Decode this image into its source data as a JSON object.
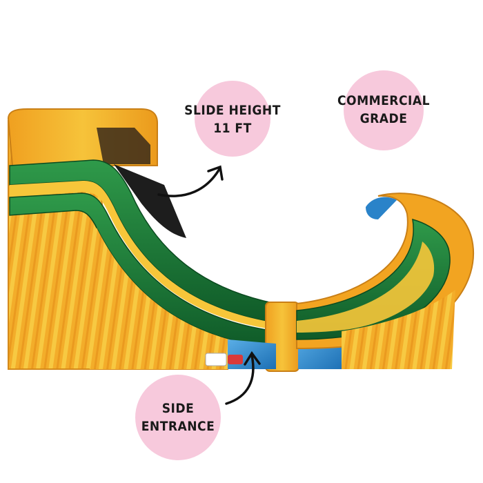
{
  "callouts": {
    "slide_height": {
      "line1": "SLIDE HEIGHT",
      "line2": "11 FT"
    },
    "commercial": {
      "line1": "COMMERCIAL",
      "line2": "GRADE"
    },
    "side_entrance": {
      "line1": "SIDE",
      "line2": "ENTRANCE"
    }
  },
  "colors": {
    "bubble_pink": "#f7c9dc",
    "slide_orange": "#f2a421",
    "slide_yellow": "#f7c63a",
    "slide_green": "#1f7a3a",
    "slide_dark_green": "#0f5a28",
    "pool_blue": "#2a83c9",
    "black_mesh": "#1d1d1d"
  }
}
